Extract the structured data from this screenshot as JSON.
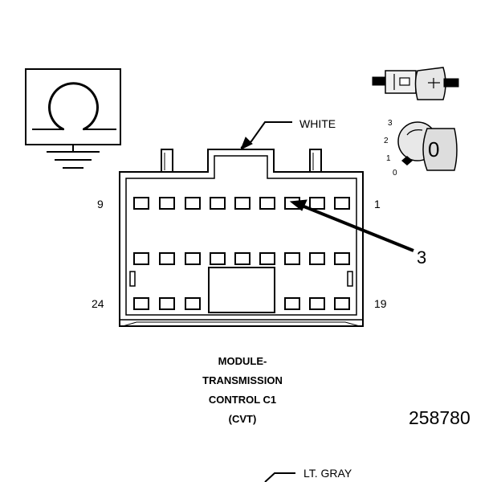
{
  "connector": {
    "color_label": "WHITE",
    "pin_labels": {
      "top_left": "9",
      "top_right": "1",
      "bottom_left": "24",
      "bottom_right": "19"
    },
    "callout_number": "3"
  },
  "caption_lines": [
    "MODULE-",
    "TRANSMISSION",
    "CONTROL C1",
    "(CVT)"
  ],
  "figure_number": "258780",
  "rotation_scale": [
    "3",
    "2",
    "1",
    "0"
  ],
  "rotation_value": "0",
  "bottom_label": "LT. GRAY",
  "colors": {
    "ink": "#000000",
    "key_fill": "#e6e6e6",
    "body_fill": "#ffffff"
  },
  "icons": [
    "ground-symbol-icon",
    "connector-side-view-icon",
    "connector-rotation-icon"
  ]
}
